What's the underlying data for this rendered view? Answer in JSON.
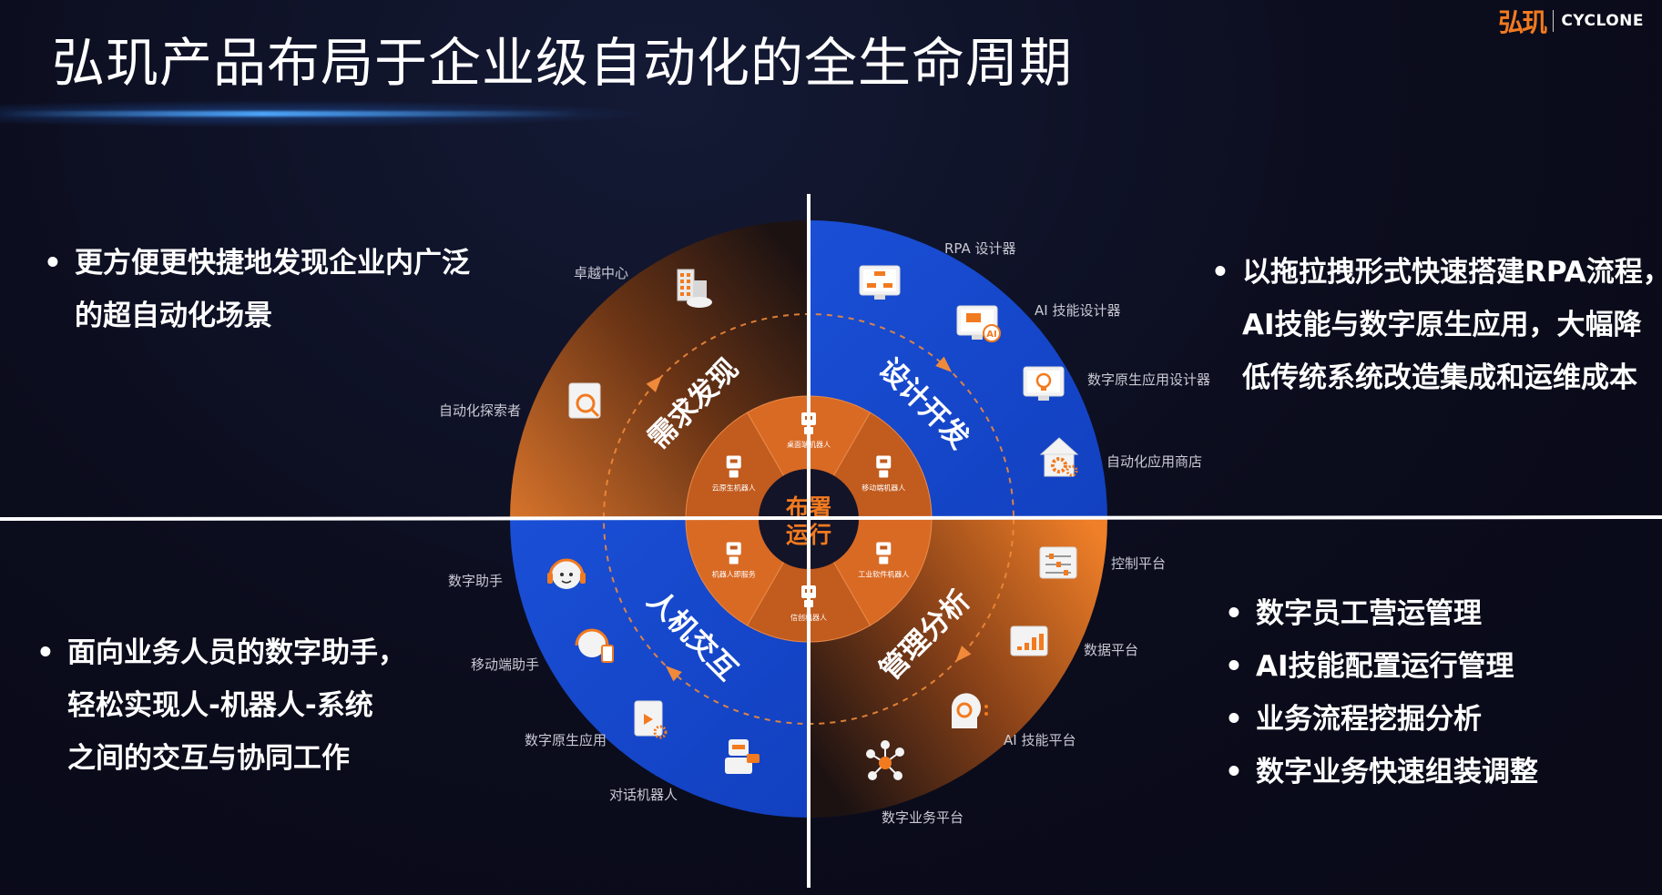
{
  "header": {
    "title": "弘玑产品布局于企业级自动化的全生命周期",
    "logo_cn": "弘玑",
    "logo_en": "CYCLONE"
  },
  "bullets": {
    "top_left": [
      {
        "lines": [
          "更方便更快捷地发现企业内广泛",
          "的超自动化场景"
        ]
      }
    ],
    "top_right": [
      {
        "lines": [
          "以拖拉拽形式快速搭建RPA流程，",
          "AI技能与数字原生应用，大幅降",
          "低传统系统改造集成和运维成本"
        ]
      }
    ],
    "bottom_left": [
      {
        "lines": [
          "面向业务人员的数字助手，",
          "轻松实现人-机器人-系统",
          "之间的交互与协同工作"
        ]
      }
    ],
    "bottom_right": [
      {
        "lines": [
          "数字员工营运管理"
        ]
      },
      {
        "lines": [
          "AI技能配置运行管理"
        ]
      },
      {
        "lines": [
          "业务流程挖掘分析"
        ]
      },
      {
        "lines": [
          "数字业务快速组装调整"
        ]
      }
    ]
  },
  "diagram": {
    "colors": {
      "orange": "#e8782a",
      "orange_dark": "#3a1a0c",
      "blue": "#1444c8",
      "blue_light": "#2456e0",
      "center_dark": "#141428",
      "divider": "#ffffff"
    },
    "center_label": [
      "布署",
      "运行"
    ],
    "quadrants": {
      "top_left": {
        "label": "需求发现",
        "items": [
          {
            "label": "卓越中心",
            "icon": "building-icon"
          },
          {
            "label": "自动化探索者",
            "icon": "search-doc-icon"
          }
        ]
      },
      "top_right": {
        "label": "设计开发",
        "items": [
          {
            "label": "RPA 设计器",
            "icon": "flowchart-monitor-icon"
          },
          {
            "label": "AI 技能设计器",
            "icon": "ai-monitor-icon"
          },
          {
            "label": "数字原生应用设计器",
            "icon": "bulb-monitor-icon"
          },
          {
            "label": "自动化应用商店",
            "icon": "store-gear-icon"
          }
        ]
      },
      "bottom_left": {
        "label": "人机交互",
        "items": [
          {
            "label": "数字助手",
            "icon": "headset-face-icon"
          },
          {
            "label": "移动端助手",
            "icon": "headset-mobile-icon"
          },
          {
            "label": "数字原生应用",
            "icon": "app-doc-icon"
          },
          {
            "label": "对话机器人",
            "icon": "chat-robot-icon"
          }
        ]
      },
      "bottom_right": {
        "label": "管理分析",
        "items": [
          {
            "label": "控制平台",
            "icon": "control-panel-icon"
          },
          {
            "label": "数据平台",
            "icon": "bar-chart-icon"
          },
          {
            "label": "AI 技能平台",
            "icon": "ai-head-icon"
          },
          {
            "label": "数字业务平台",
            "icon": "network-icon"
          }
        ]
      }
    },
    "inner_ring": [
      {
        "label": "桌面端机器人",
        "icon": "desktop-robot-icon"
      },
      {
        "label": "移动端机器人",
        "icon": "mobile-robot-icon"
      },
      {
        "label": "工业软件机器人",
        "icon": "industrial-robot-icon"
      },
      {
        "label": "信创机器人",
        "icon": "xinchuang-robot-icon"
      },
      {
        "label": "机器人即服务",
        "icon": "raas-robot-icon"
      },
      {
        "label": "云原生机器人",
        "icon": "cloud-robot-icon"
      }
    ]
  }
}
